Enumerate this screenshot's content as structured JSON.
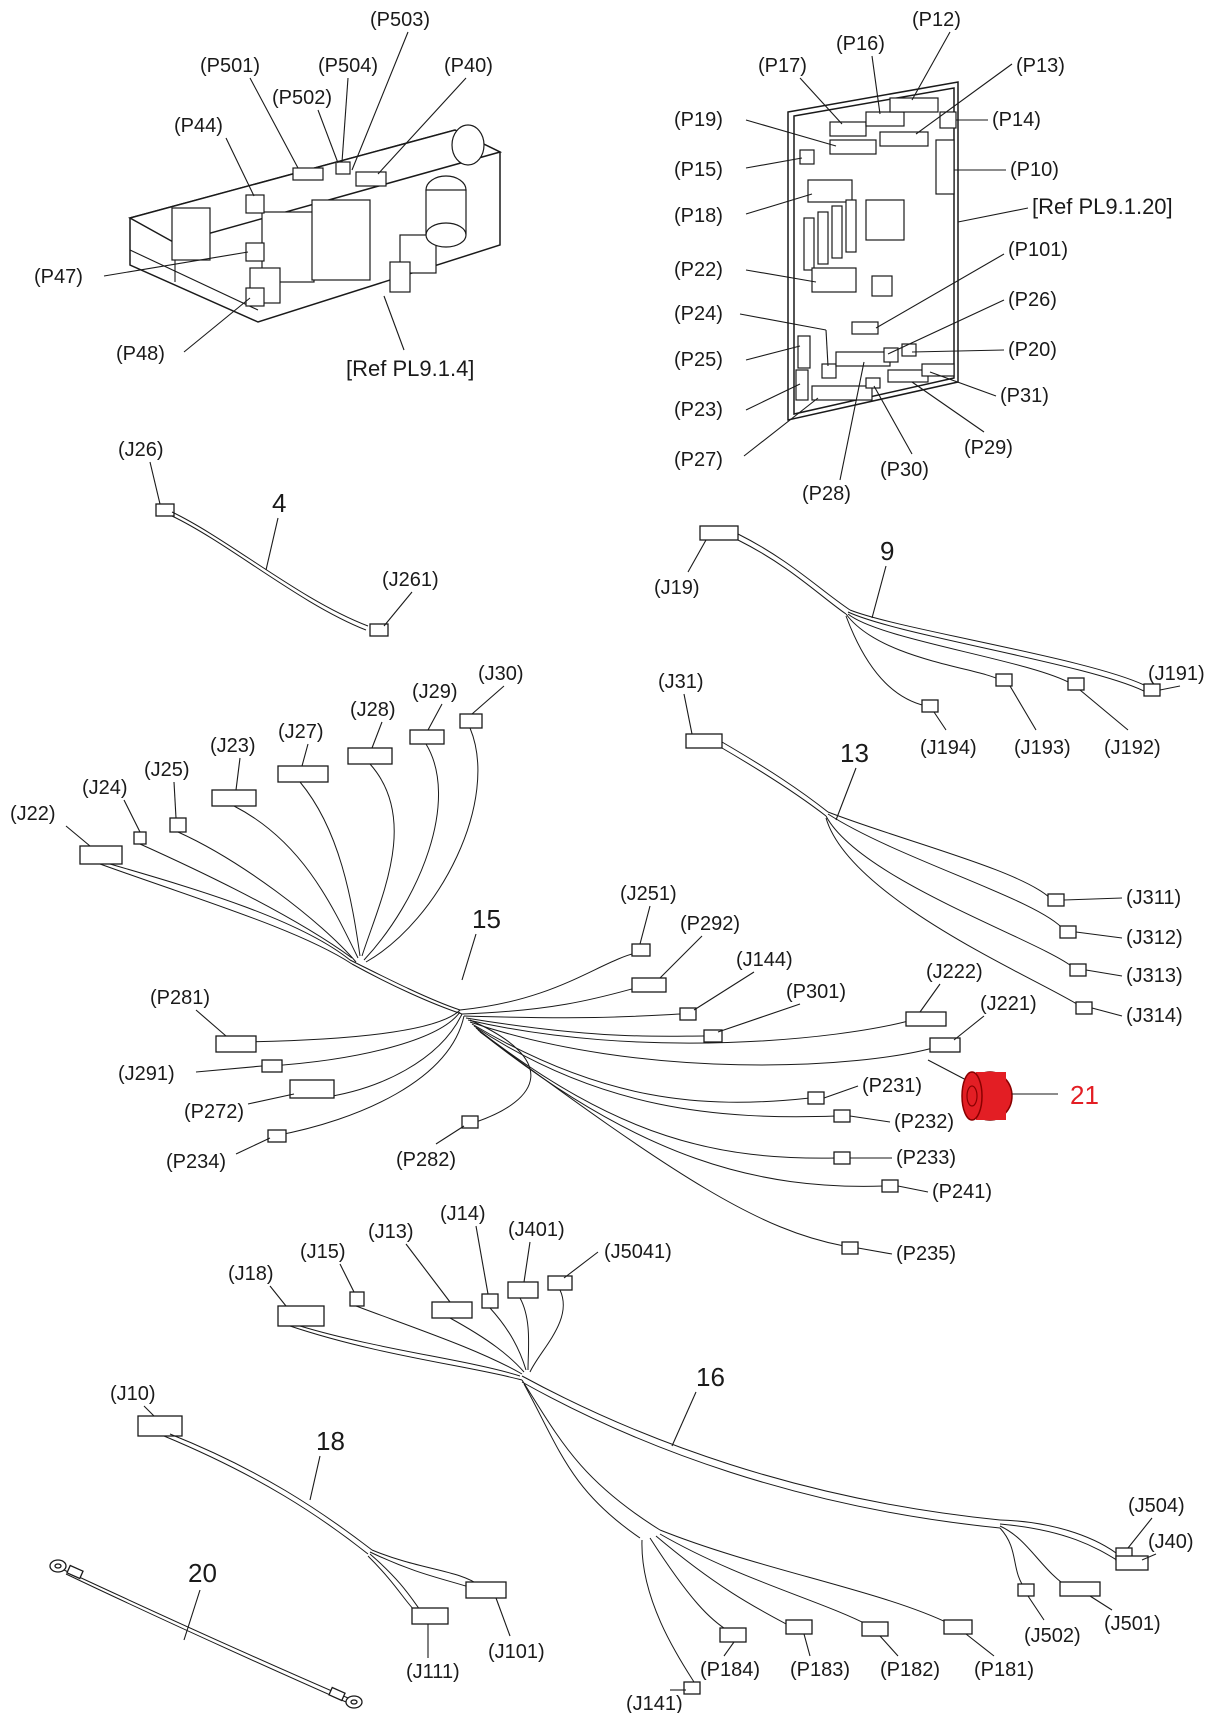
{
  "diagram": {
    "refs": {
      "psu_ref": "[Ref PL9.1.4]",
      "board_ref": "[Ref PL9.1.20]"
    },
    "psu_labels": [
      "(P501)",
      "(P502)",
      "(P504)",
      "(P503)",
      "(P40)",
      "(P44)",
      "(P47)",
      "(P48)"
    ],
    "board_labels": [
      "(P17)",
      "(P16)",
      "(P12)",
      "(P13)",
      "(P14)",
      "(P19)",
      "(P15)",
      "(P10)",
      "(P18)",
      "(P22)",
      "(P101)",
      "(P26)",
      "(P24)",
      "(P25)",
      "(P20)",
      "(P23)",
      "(P31)",
      "(P27)",
      "(P29)",
      "(P30)",
      "(P28)"
    ],
    "harness4": {
      "item": "4",
      "labels": [
        "(J26)",
        "(J261)"
      ]
    },
    "harness9": {
      "item": "9",
      "labels": [
        "(J19)",
        "(J191)",
        "(J194)",
        "(J193)",
        "(J192)"
      ]
    },
    "harness13": {
      "item": "13",
      "labels": [
        "(J31)",
        "(J311)",
        "(J312)",
        "(J313)",
        "(J314)"
      ]
    },
    "harness15": {
      "item": "15",
      "labels": [
        "(J22)",
        "(J24)",
        "(J25)",
        "(J23)",
        "(J27)",
        "(J28)",
        "(J29)",
        "(J30)",
        "(J251)",
        "(P292)",
        "(J144)",
        "(P301)",
        "(J222)",
        "(J221)",
        "(P281)",
        "(J291)",
        "(P272)",
        "(P234)",
        "(P282)",
        "(P231)",
        "(P232)",
        "(P233)",
        "(P241)",
        "(P235)"
      ]
    },
    "ferrite": {
      "item": "21",
      "color": "#e31e24"
    },
    "harness16": {
      "item": "16",
      "labels": [
        "(J18)",
        "(J15)",
        "(J13)",
        "(J14)",
        "(J401)",
        "(J5041)",
        "(J504)",
        "(J40)",
        "(J502)",
        "(J501)",
        "(P181)",
        "(P182)",
        "(P183)",
        "(P184)",
        "(J141)"
      ]
    },
    "harness18": {
      "item": "18",
      "labels": [
        "(J10)",
        "(J111)",
        "(J101)"
      ]
    },
    "wire20": {
      "item": "20"
    }
  }
}
